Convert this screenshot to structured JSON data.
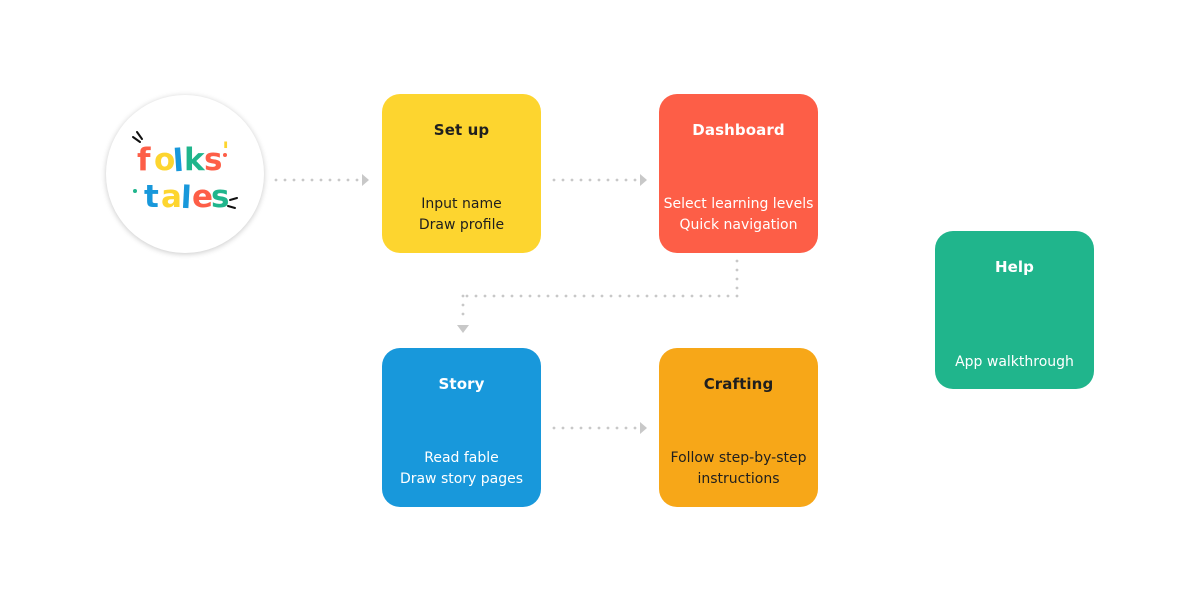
{
  "logo": {
    "line1": "folks'",
    "line2": "tales"
  },
  "colors": {
    "setup": "#fdd52f",
    "dashboard": "#fd5e47",
    "story": "#1898db",
    "crafting": "#f7a718",
    "help": "#20b58c",
    "connector": "#c8c8c8",
    "dark_text": "#1f1f1f",
    "light_text": "#ffffff"
  },
  "cards": {
    "setup": {
      "title": "Set up",
      "lines": [
        "Input name",
        "Draw profile"
      ]
    },
    "dashboard": {
      "title": "Dashboard",
      "lines": [
        "Select learning levels",
        "Quick navigation"
      ]
    },
    "story": {
      "title": "Story",
      "lines": [
        "Read fable",
        "Draw story pages"
      ]
    },
    "crafting": {
      "title": "Crafting",
      "lines": [
        "Follow step-by-step",
        "instructions"
      ]
    },
    "help": {
      "title": "Help",
      "lines": [
        "App walkthrough"
      ]
    }
  }
}
